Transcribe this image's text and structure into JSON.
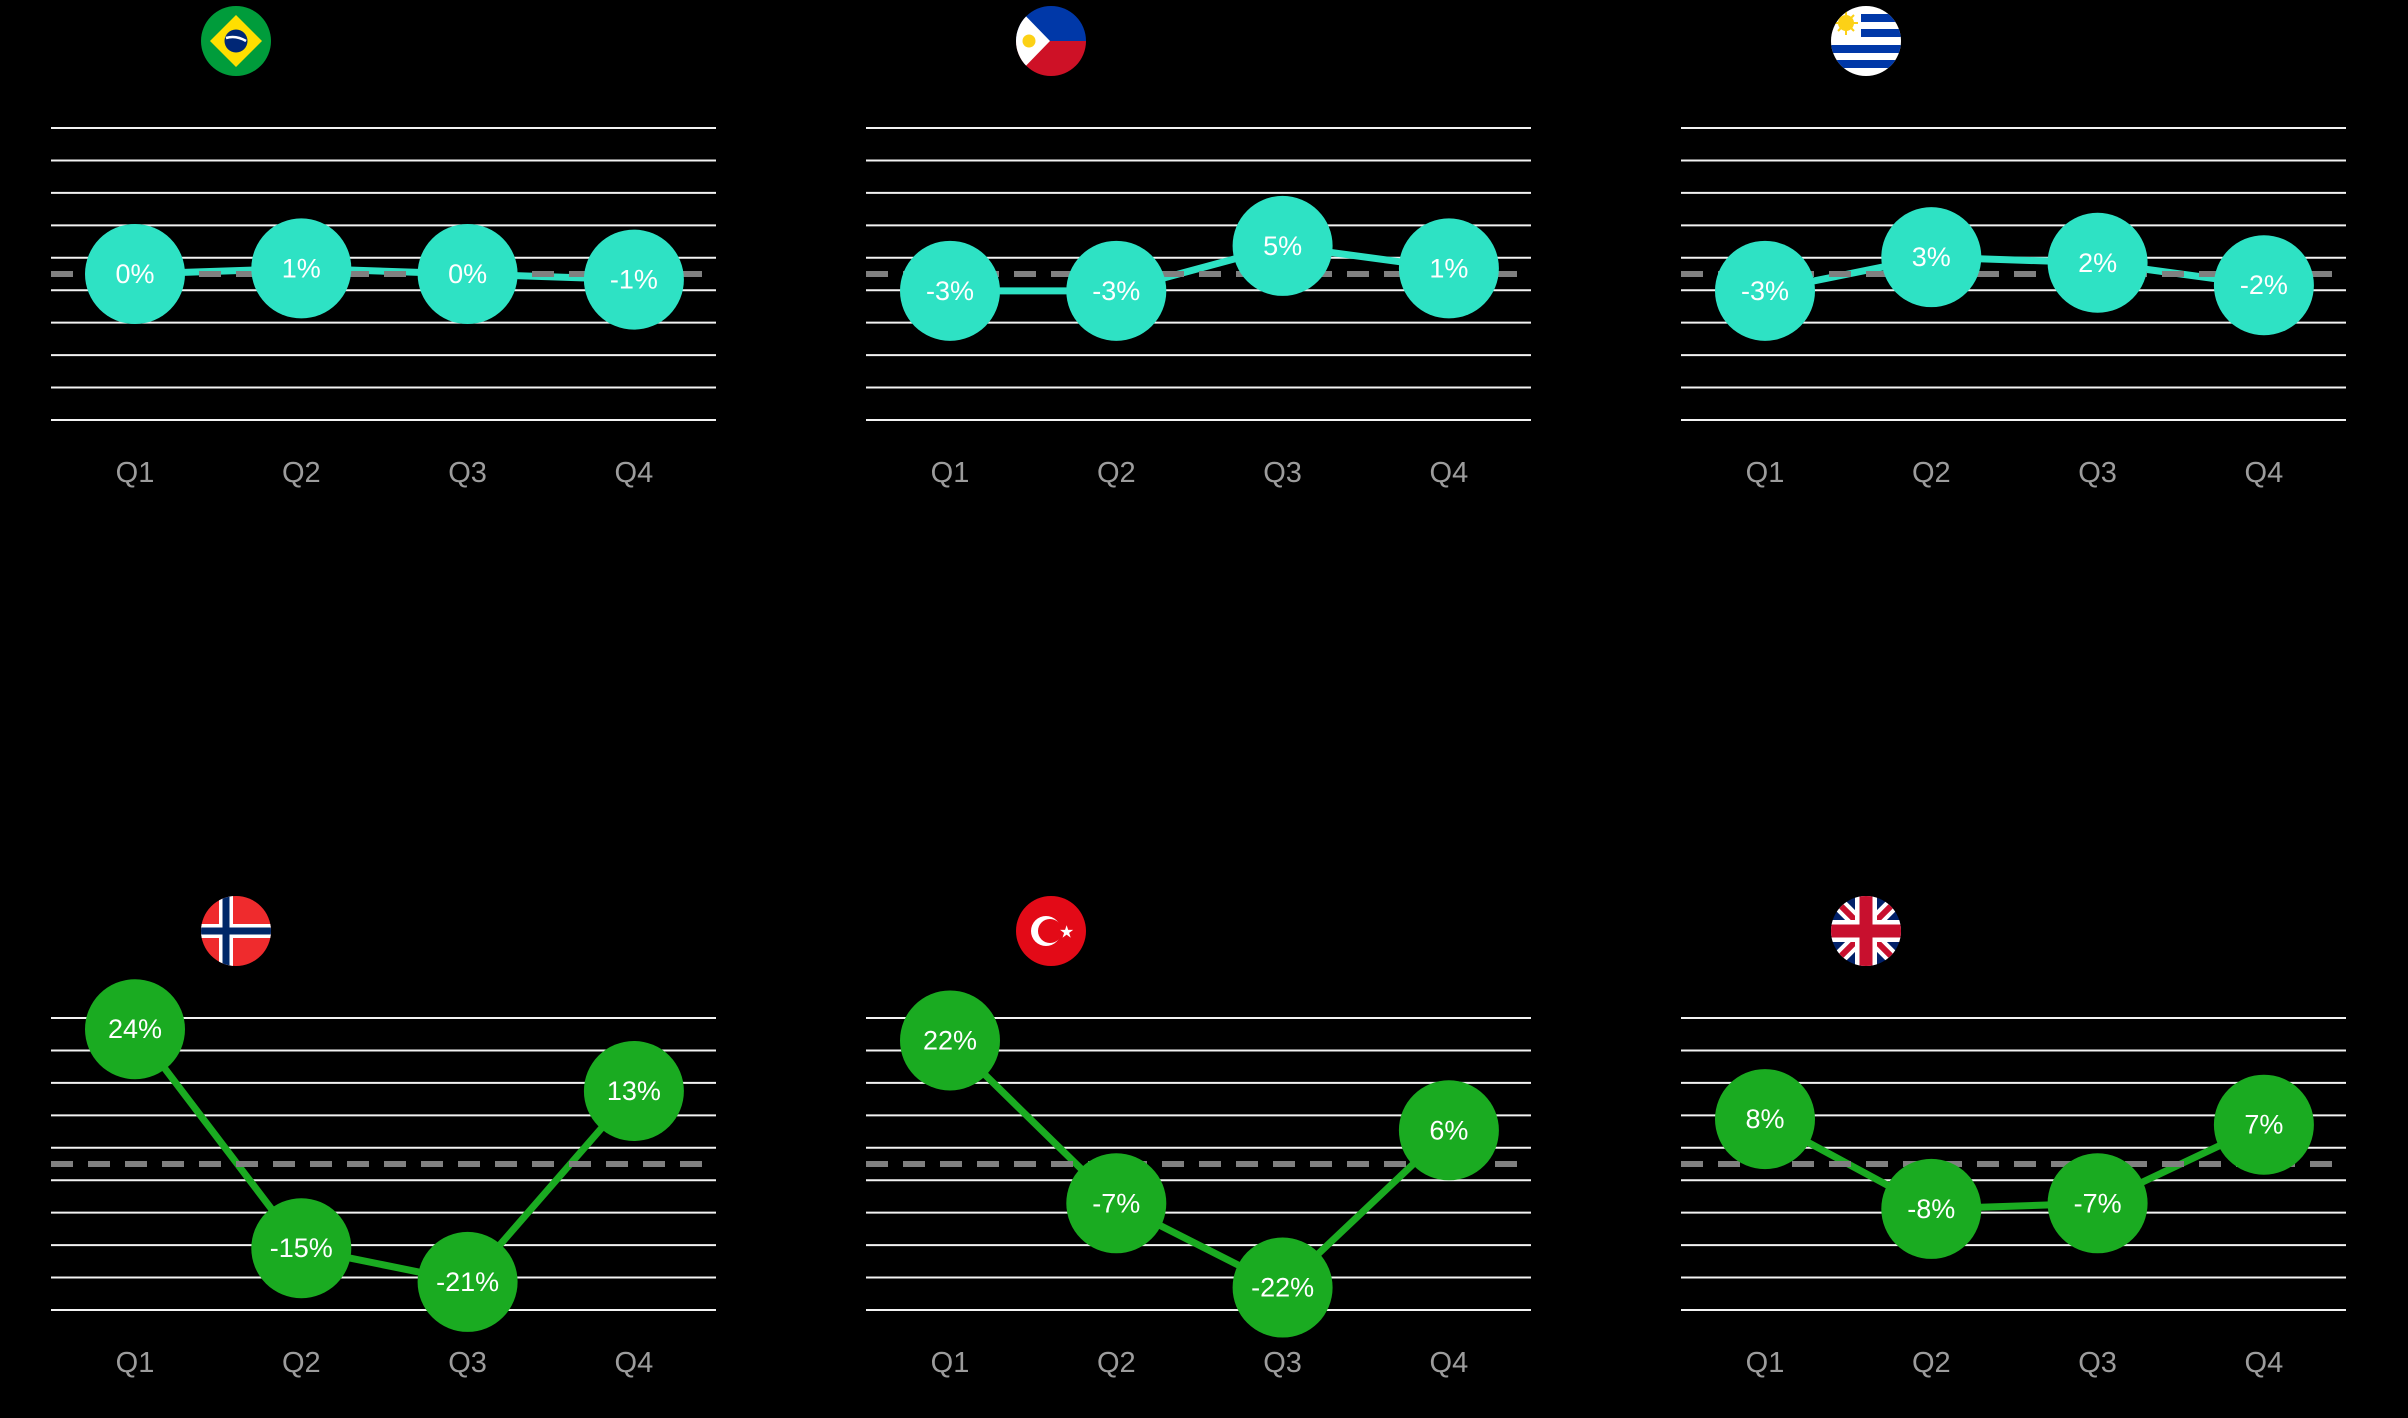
{
  "style": {
    "background": "#000000",
    "grid_color": "#f2f2f2",
    "ref_line_color": "#808080",
    "tick_color": "#9c9c9c",
    "point_label_color": "#ffffff",
    "top_row_accent": "#2ee2c4",
    "bottom_row_accent": "#1aab21"
  },
  "chart_data": [
    {
      "type": "line",
      "country": "Brazil",
      "flag": "brazil",
      "categories": [
        "Q1",
        "Q2",
        "Q3",
        "Q4"
      ],
      "values": [
        0,
        1,
        0,
        -1
      ],
      "value_labels": [
        "0%",
        "1%",
        "0%",
        "-1%"
      ],
      "color": "#2ee2c4",
      "ylim": [
        -26,
        26
      ],
      "zero_reference_line": true,
      "grid": true,
      "legend": "none"
    },
    {
      "type": "line",
      "country": "Philippines",
      "flag": "philippines",
      "categories": [
        "Q1",
        "Q2",
        "Q3",
        "Q4"
      ],
      "values": [
        -3,
        -3,
        5,
        1
      ],
      "value_labels": [
        "-3%",
        "-3%",
        "5%",
        "1%"
      ],
      "color": "#2ee2c4",
      "ylim": [
        -26,
        26
      ],
      "zero_reference_line": true,
      "grid": true,
      "legend": "none"
    },
    {
      "type": "line",
      "country": "Uruguay",
      "flag": "uruguay",
      "categories": [
        "Q1",
        "Q2",
        "Q3",
        "Q4"
      ],
      "values": [
        -3,
        3,
        2,
        -2
      ],
      "value_labels": [
        "-3%",
        "3%",
        "2%",
        "-2%"
      ],
      "color": "#2ee2c4",
      "ylim": [
        -26,
        26
      ],
      "zero_reference_line": true,
      "grid": true,
      "legend": "none"
    },
    {
      "type": "line",
      "country": "Norway",
      "flag": "norway",
      "categories": [
        "Q1",
        "Q2",
        "Q3",
        "Q4"
      ],
      "values": [
        24,
        -15,
        -21,
        13
      ],
      "value_labels": [
        "24%",
        "-15%",
        "-21%",
        "13%"
      ],
      "color": "#1aab21",
      "ylim": [
        -26,
        26
      ],
      "zero_reference_line": true,
      "grid": true,
      "legend": "none"
    },
    {
      "type": "line",
      "country": "Turkey",
      "flag": "turkey",
      "categories": [
        "Q1",
        "Q2",
        "Q3",
        "Q4"
      ],
      "values": [
        22,
        -7,
        -22,
        6
      ],
      "value_labels": [
        "22%",
        "-7%",
        "-22%",
        "6%"
      ],
      "color": "#1aab21",
      "ylim": [
        -26,
        26
      ],
      "zero_reference_line": true,
      "grid": true,
      "legend": "none"
    },
    {
      "type": "line",
      "country": "United Kingdom",
      "flag": "uk",
      "categories": [
        "Q1",
        "Q2",
        "Q3",
        "Q4"
      ],
      "values": [
        8,
        -8,
        -7,
        7
      ],
      "value_labels": [
        "8%",
        "-8%",
        "-7%",
        "7%"
      ],
      "color": "#1aab21",
      "ylim": [
        -26,
        26
      ],
      "zero_reference_line": true,
      "grid": true,
      "legend": "none"
    }
  ]
}
